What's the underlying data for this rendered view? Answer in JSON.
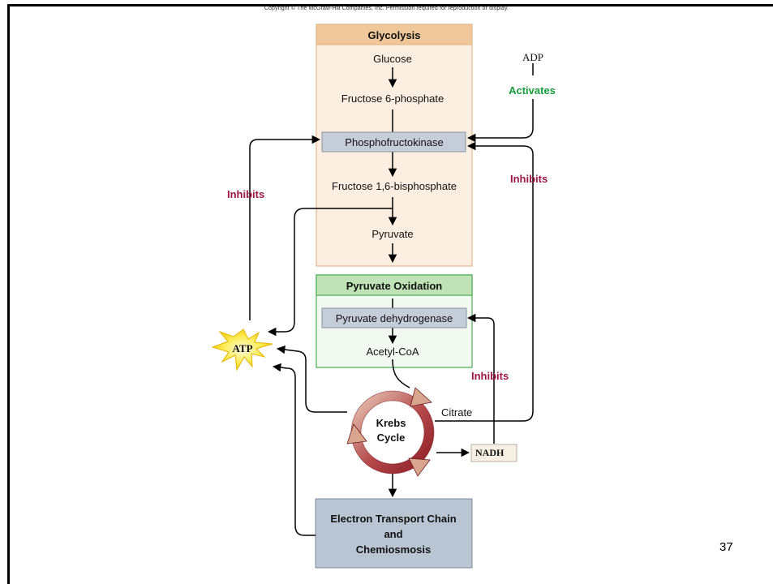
{
  "copyright": "Copyright © The McGraw-Hill Companies, Inc. Permission required for reproduction or display.",
  "glycolysis": {
    "title": "Glycolysis",
    "steps": [
      "Glucose",
      "Fructose 6-phosphate",
      "Phosphofructokinase",
      "Fructose 1,6-bisphosphate",
      "Pyruvate"
    ]
  },
  "pyruvate_oxidation": {
    "title": "Pyruvate Oxidation",
    "enzyme": "Pyruvate dehydrogenase",
    "product": "Acetyl-CoA"
  },
  "krebs": {
    "line1": "Krebs",
    "line2": "Cycle",
    "citrate": "Citrate"
  },
  "etc": {
    "line1": "Electron Transport Chain",
    "line2": "and",
    "line3": "Chemiosmosis"
  },
  "regulators": {
    "adp": "ADP",
    "activates": "Activates",
    "atp": "ATP",
    "nadh": "NADH",
    "inhibits_atp": "Inhibits",
    "inhibits_citrate": "Inhibits",
    "inhibits_nadh": "Inhibits"
  },
  "colors": {
    "glycolysis_header": "#f0c79b",
    "glycolysis_body": "#fcefe1",
    "pyruvate_header": "#bfe3b6",
    "pyruvate_border": "#58b25f",
    "enzyme_box": "#c5cdd9",
    "etc_box": "#b9c5d3",
    "inhibits": "#9c1746",
    "activates": "#159a3c",
    "atp_burst": "#f7e21a",
    "krebs_ring": "#a83d3d"
  },
  "page_number": "37"
}
